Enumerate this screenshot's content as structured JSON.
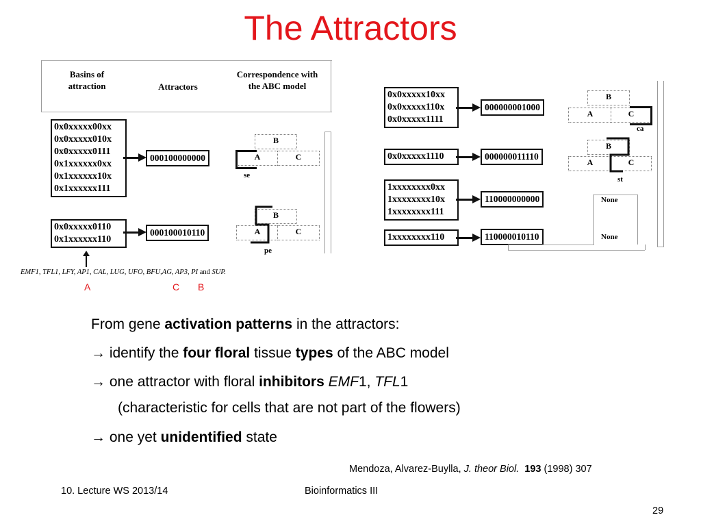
{
  "slide": {
    "title": "The Attractors",
    "page_number": "29",
    "footer_left": "10. Lecture WS 2013/14",
    "footer_center": "Bioinformatics III"
  },
  "figure": {
    "headers": {
      "basins": "Basins of attraction",
      "attractors": "Attractors",
      "correspondence": "Correspondence with the ABC model"
    },
    "left": {
      "basin1": [
        "0x0xxxxx00xx",
        "0x0xxxxx010x",
        "0x0xxxxx0111",
        "0x1xxxxxx0xx",
        "0x1xxxxxx10x",
        "0x1xxxxxx111"
      ],
      "attractor1": "000100000000",
      "label1": "se",
      "basin2": [
        "0x0xxxxx0110",
        "0x1xxxxxx110"
      ],
      "attractor2": "000100010110",
      "label2": "pe",
      "gene_list_prefix": "EMF1, TFL1, LFY, AP1, CAL, LUG, UFO, BFU,AG, AP3, PI",
      "gene_list_and": "and",
      "gene_list_last": "SUP."
    },
    "right": {
      "basin1": [
        "0x0xxxxx10xx",
        "0x0xxxxx110x",
        "0x0xxxxx1111"
      ],
      "attractor1": "000000001000",
      "label1": "ca",
      "basin2": [
        "0x0xxxxx1110"
      ],
      "attractor2": "000000011110",
      "label2": "st",
      "basin3": [
        "1xxxxxxxx0xx",
        "1xxxxxxxx10x",
        "1xxxxxxxx111"
      ],
      "attractor3": "110000000000",
      "label3": "None",
      "basin4": [
        "1xxxxxxxx110"
      ],
      "attractor4": "110000010110",
      "label4": "None"
    },
    "organ": {
      "a": "A",
      "b": "B",
      "c": "C"
    }
  },
  "annotations": {
    "a": "A",
    "c": "C",
    "b": "B"
  },
  "body": {
    "line1": {
      "pre": "From gene ",
      "bold": "activation patterns",
      "post": " in the attractors:"
    },
    "line2": {
      "arrow": "→",
      "pre": " identify the ",
      "bold1": "four floral",
      "mid": " tissue ",
      "bold2": "types",
      "post": " of the ABC model"
    },
    "line3": {
      "arrow": "→",
      "pre": " one attractor with floral ",
      "bold": "inhibitors",
      "it1": "EMF",
      "n1": "1, ",
      "it2": "TFL",
      "n2": "1"
    },
    "line4": "(characteristic for cells that are not part of the flowers)",
    "line5": {
      "arrow": "→",
      "pre": " one yet ",
      "bold": "unidentified",
      "post": " state"
    }
  },
  "citation": {
    "authors": "Mendoza,  Alvarez-Buylla, ",
    "journal": "J. theor Biol.",
    "volume": "193",
    "rest": " (1998) 307"
  },
  "colors": {
    "title": "#e3161b",
    "annotation": "#e3161b"
  }
}
